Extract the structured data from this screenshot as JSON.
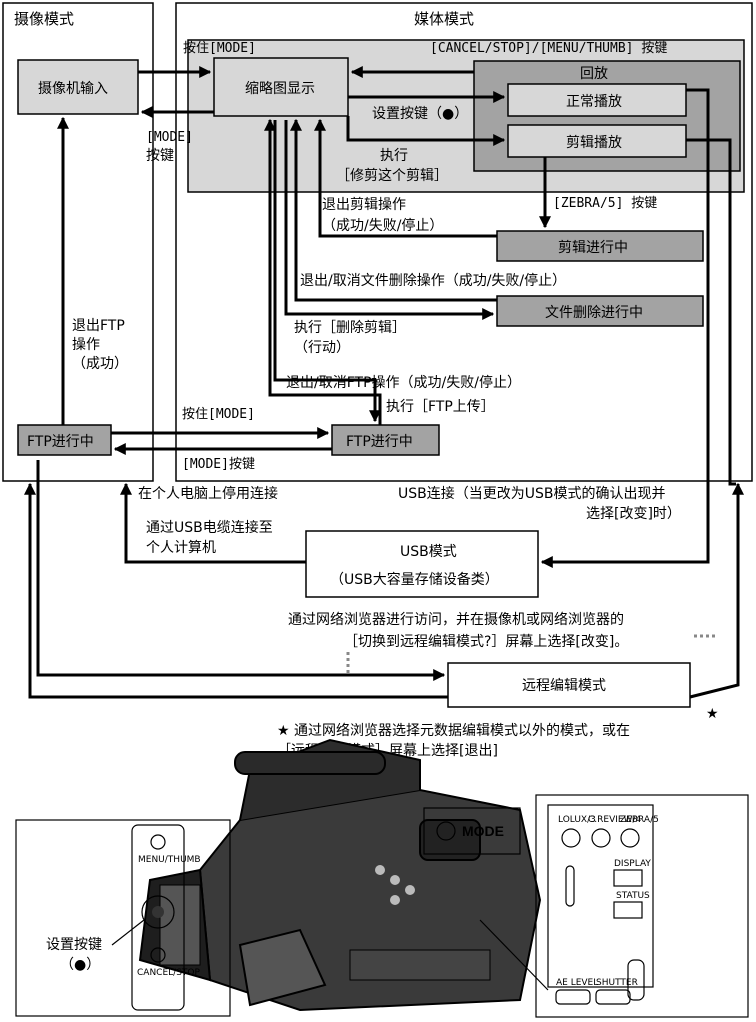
{
  "frames": {
    "camera_mode": "摄像模式",
    "media_mode": "媒体模式"
  },
  "boxes": {
    "camera_input": "摄像机输入",
    "thumbnail_display": "缩略图显示",
    "playback": "回放",
    "normal_playback": "正常播放",
    "clip_playback": "剪辑播放",
    "clip_in_progress": "剪辑进行中",
    "file_delete_in_progress": "文件删除进行中",
    "ftp_left": "FTP进行中",
    "ftp_right": "FTP进行中",
    "usb_mode_title": "USB模式",
    "usb_mode_sub": "（USB大容量存储设备类）",
    "remote_edit_mode": "远程编辑模式"
  },
  "labels": {
    "hold_mode_top": "按住[MODE]",
    "cancel_menu_key": "[CANCEL/STOP]/[MENU/THUMB] 按键",
    "set_button_key": "设置按键（●）",
    "mode_key_1": "[MODE]",
    "mode_key_2": "按键",
    "execute": "执行",
    "trim_this_clip": "［修剪这个剪辑］",
    "zebra_key": "[ZEBRA/5] 按键",
    "exit_clip_op": "退出剪辑操作",
    "exit_clip_result": "（成功/失败/停止）",
    "exit_delete_op": "退出/取消文件删除操作（成功/失败/停止）",
    "exit_ftp_1": "退出FTP",
    "exit_ftp_2": "操作",
    "exit_ftp_3": "（成功）",
    "execute_delete_clip": "执行［删除剪辑］",
    "action": "（行动）",
    "exit_cancel_ftp": "退出/取消FTP操作（成功/失败/停止）",
    "execute_ftp_upload": "执行［FTP上传］",
    "hold_mode_bottom": "按住[MODE]",
    "mode_key_bottom": "[MODE]按键",
    "disconnect_pc": "在个人电脑上停用连接",
    "usb_connect_1": "USB连接（当更改为USB模式的确认出现并",
    "usb_connect_2": "选择[改变]时）",
    "usb_cable_1": "通过USB电缆连接至",
    "usb_cable_2": "个人计算机",
    "browser_access_1": "通过网络浏览器进行访问，并在摄像机或网络浏览器的",
    "browser_access_2": "［切换到远程编辑模式?］屏幕上选择[改变]。",
    "star": "★",
    "footnote_1": "★ 通过网络浏览器选择元数据编辑模式以外的模式，或在",
    "footnote_2": "［远程编辑模式］屏幕上选择[退出]"
  },
  "camera_labels": {
    "set_button_1": "设置按键",
    "set_button_2": "（●）",
    "mode": "MODE",
    "menu_thumb": "MENU/THUMB",
    "cancel_stop": "CANCEL/STOP",
    "lolux": "LOLUX/3",
    "c_review": "C.REVIEW/4",
    "zebra": "ZEBRA/5",
    "display": "DISPLAY",
    "status": "STATUS",
    "ae_level": "AE LEVEL",
    "shutter": "SHUTTER"
  },
  "icons": [
    "arrow-head",
    "set-button-dial-icon",
    "mode-button-icon",
    "camcorder-illustration"
  ]
}
